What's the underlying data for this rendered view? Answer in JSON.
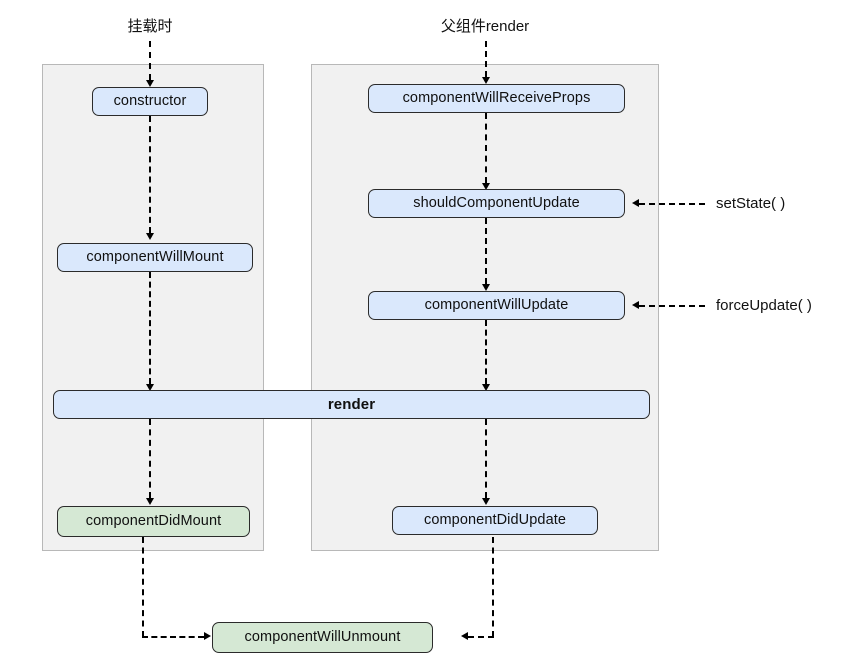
{
  "diagram": {
    "title": "React component lifecycle",
    "colors": {
      "node_blue": "#dae8fc",
      "node_green": "#d5e8d4",
      "panel_fill": "#f1f1f1",
      "panel_border": "#b8b8b8",
      "node_border": "#2b2b2b",
      "connector": "#000000"
    },
    "captions": {
      "mounting": "挂载时",
      "parent_render": "父组件render",
      "set_state": "setState( )",
      "force_update": "forceUpdate( )"
    },
    "nodes": {
      "constructor": "constructor",
      "component_will_mount": "componentWillMount",
      "component_did_mount": "componentDidMount",
      "component_will_receive_props": "componentWillReceiveProps",
      "should_component_update": "shouldComponentUpdate",
      "component_will_update": "componentWillUpdate",
      "component_did_update": "componentDidUpdate",
      "render": "render",
      "component_will_unmount": "componentWillUnmount"
    }
  }
}
